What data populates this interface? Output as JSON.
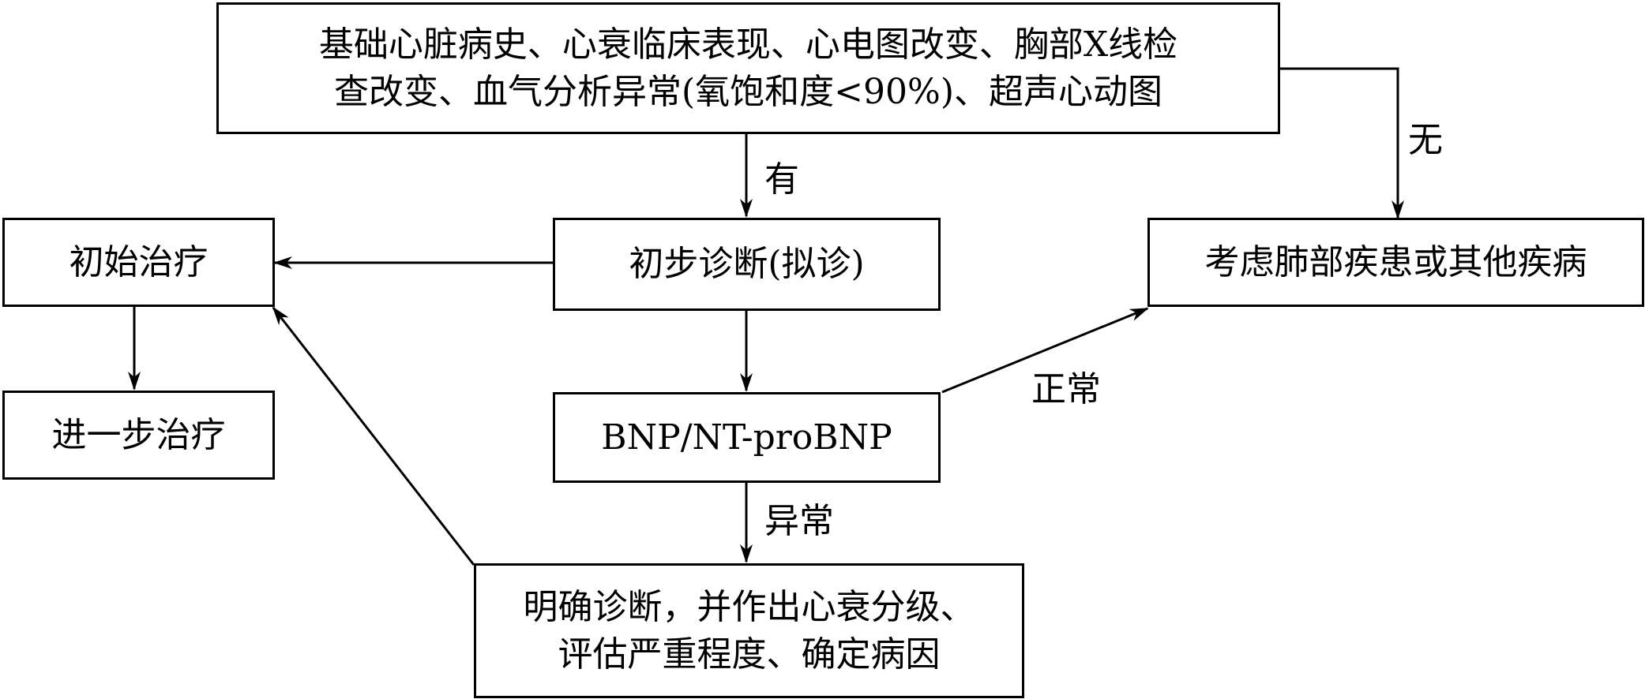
{
  "nodes": {
    "criteria": {
      "line1": "基础心脏病史、心衰临床表现、心电图改变、胸部X线检",
      "line2": "查改变、血气分析异常(氧饱和度<90%)、超声心动图"
    },
    "preliminary": {
      "text": "初步诊断(拟诊)"
    },
    "initial_treatment": {
      "text": "初始治疗"
    },
    "further_treatment": {
      "text": "进一步治疗"
    },
    "other_disease": {
      "text": "考虑肺部疾患或其他疾病"
    },
    "bnp": {
      "text": "BNP/NT-proBNP"
    },
    "confirm": {
      "line1": "明确诊断，并作出心衰分级、",
      "line2": "评估严重程度、确定病因"
    }
  },
  "edge_labels": {
    "yes": "有",
    "no": "无",
    "normal": "正常",
    "abnormal": "异常"
  }
}
